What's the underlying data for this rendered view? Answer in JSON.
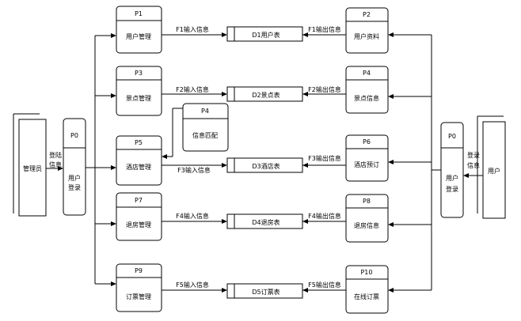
{
  "diagram": {
    "processes": [
      {
        "key": "p1",
        "id": "P1",
        "name": "用户管理"
      },
      {
        "key": "p2",
        "id": "P2",
        "name": "用户资料"
      },
      {
        "key": "p3",
        "id": "P3",
        "name": "景点管理"
      },
      {
        "key": "p4",
        "id": "P4",
        "name": "景点信息"
      },
      {
        "key": "p4b",
        "id": "P4",
        "name": "信息匹配"
      },
      {
        "key": "p5",
        "id": "P5",
        "name": "酒店管理"
      },
      {
        "key": "p6",
        "id": "P6",
        "name": "酒店预订"
      },
      {
        "key": "p7",
        "id": "P7",
        "name": "退房管理"
      },
      {
        "key": "p8",
        "id": "P8",
        "name": "退房信息"
      },
      {
        "key": "p9",
        "id": "P9",
        "name": "订票管理"
      },
      {
        "key": "p10",
        "id": "P10",
        "name": "在线订票"
      },
      {
        "key": "p0l",
        "id": "P0",
        "name": "用户登录"
      },
      {
        "key": "p0r",
        "id": "P0",
        "name": "用户登录"
      }
    ],
    "entities": [
      {
        "key": "admin",
        "name": "管理员"
      },
      {
        "key": "user",
        "name": "用户"
      }
    ],
    "stores": [
      {
        "key": "d1",
        "name": "D1用户表"
      },
      {
        "key": "d2",
        "name": "D2景点表"
      },
      {
        "key": "d3",
        "name": "D3酒店表"
      },
      {
        "key": "d4",
        "name": "D4退房表"
      },
      {
        "key": "d5",
        "name": "D5订票表"
      }
    ],
    "flows": [
      {
        "key": "admin_login",
        "lines": [
          "登陆",
          "信息"
        ]
      },
      {
        "key": "user_login",
        "lines": [
          "登录",
          "信息"
        ]
      },
      {
        "key": "f1_in",
        "text": "F1输入信息"
      },
      {
        "key": "f1_out",
        "text": "F1输出信息"
      },
      {
        "key": "f2_in",
        "text": "F2输入信息"
      },
      {
        "key": "f2_out",
        "text": "F2输出信息"
      },
      {
        "key": "f3_in",
        "text": "F3输入信息"
      },
      {
        "key": "f3_out",
        "text": "F3输出信息"
      },
      {
        "key": "f4_in",
        "text": "F4输入信息"
      },
      {
        "key": "f4_out",
        "text": "F4输出信息"
      },
      {
        "key": "f5_in",
        "text": "F5输入信息"
      },
      {
        "key": "f5_out",
        "text": "F5输出信息"
      }
    ]
  }
}
